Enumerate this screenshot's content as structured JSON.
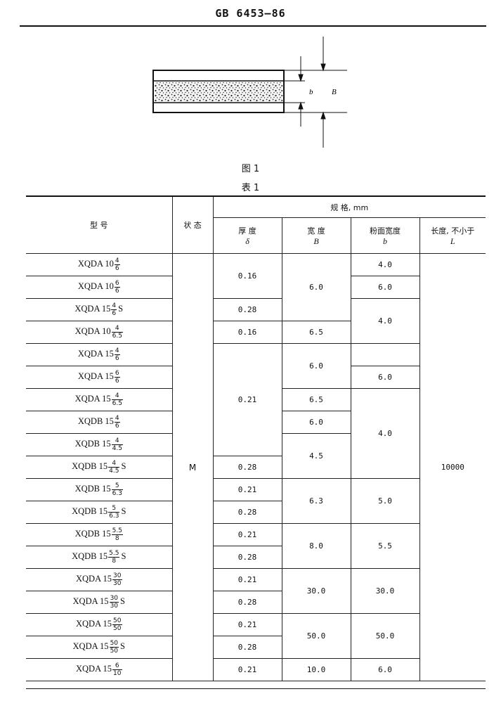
{
  "header": {
    "standard_code": "GB 6453—86"
  },
  "figure": {
    "label_b": "b",
    "label_B": "B",
    "caption": "图 1"
  },
  "table": {
    "caption": "表 1",
    "col_model": "型        号",
    "col_state": "状 态",
    "col_spec_group": "规        格,       mm",
    "col_thickness": "厚  度",
    "col_thickness_sym": "δ",
    "col_width": "宽  度",
    "col_width_sym": "B",
    "col_abr_width": "粉面宽度",
    "col_abr_width_sym": "b",
    "col_length": "长度, 不小于",
    "col_length_sym": "L",
    "state": "M",
    "length": "10000",
    "rows": [
      {
        "prefix": "XQDA 10",
        "num": "4",
        "den": "6",
        "suffix": "",
        "thickness": "0.16",
        "width": "6.0",
        "abr": "4.0"
      },
      {
        "prefix": "XQDA 10",
        "num": "6",
        "den": "6",
        "suffix": "",
        "thickness": "",
        "width": "",
        "abr": "6.0"
      },
      {
        "prefix": "XQDA 15",
        "num": "4",
        "den": "6",
        "suffix": "S",
        "thickness": "0.28",
        "width": "",
        "abr": "4.0"
      },
      {
        "prefix": "XQDA 10",
        "num": "4",
        "den": "6.5",
        "suffix": "",
        "thickness": "0.16",
        "width": "6.5",
        "abr": ""
      },
      {
        "prefix": "XQDA 15",
        "num": "4",
        "den": "6",
        "suffix": "",
        "thickness": "0.21",
        "width": "6.0",
        "abr": ""
      },
      {
        "prefix": "XQDA 15",
        "num": "6",
        "den": "6",
        "suffix": "",
        "thickness": "",
        "width": "",
        "abr": "6.0"
      },
      {
        "prefix": "XQDA 15",
        "num": "4",
        "den": "6.5",
        "suffix": "",
        "thickness": "",
        "width": "6.5",
        "abr": "4.0"
      },
      {
        "prefix": "XQDB 15",
        "num": "4",
        "den": "6",
        "suffix": "",
        "thickness": "",
        "width": "6.0",
        "abr": ""
      },
      {
        "prefix": "XQDB 15",
        "num": "4",
        "den": "4.5",
        "suffix": "",
        "thickness": "",
        "width": "4.5",
        "abr": ""
      },
      {
        "prefix": "XQDB 15",
        "num": "4",
        "den": "4.5",
        "suffix": "S",
        "thickness": "0.28",
        "width": "",
        "abr": ""
      },
      {
        "prefix": "XQDB 15",
        "num": "5",
        "den": "6.3",
        "suffix": "",
        "thickness": "0.21",
        "width": "6.3",
        "abr": "5.0"
      },
      {
        "prefix": "XQDB 15",
        "num": "5",
        "den": "6.3",
        "suffix": "S",
        "thickness": "0.28",
        "width": "",
        "abr": ""
      },
      {
        "prefix": "XQDB 15",
        "num": "5.5",
        "den": "8",
        "suffix": "",
        "thickness": "0.21",
        "width": "8.0",
        "abr": "5.5"
      },
      {
        "prefix": "XQDB 15",
        "num": "5.5",
        "den": "8",
        "suffix": "S",
        "thickness": "0.28",
        "width": "",
        "abr": ""
      },
      {
        "prefix": "XQDA 15",
        "num": "30",
        "den": "30",
        "suffix": "",
        "thickness": "0.21",
        "width": "30.0",
        "abr": "30.0"
      },
      {
        "prefix": "XQDA 15",
        "num": "30",
        "den": "30",
        "suffix": "S",
        "thickness": "0.28",
        "width": "",
        "abr": ""
      },
      {
        "prefix": "XQDA 15",
        "num": "50",
        "den": "50",
        "suffix": "",
        "thickness": "0.21",
        "width": "50.0",
        "abr": "50.0"
      },
      {
        "prefix": "XQDA 15",
        "num": "50",
        "den": "50",
        "suffix": "S",
        "thickness": "0.28",
        "width": "",
        "abr": ""
      },
      {
        "prefix": "XQDA 15",
        "num": "6",
        "den": "10",
        "suffix": "",
        "thickness": "0.21",
        "width": "10.0",
        "abr": "6.0"
      }
    ]
  }
}
